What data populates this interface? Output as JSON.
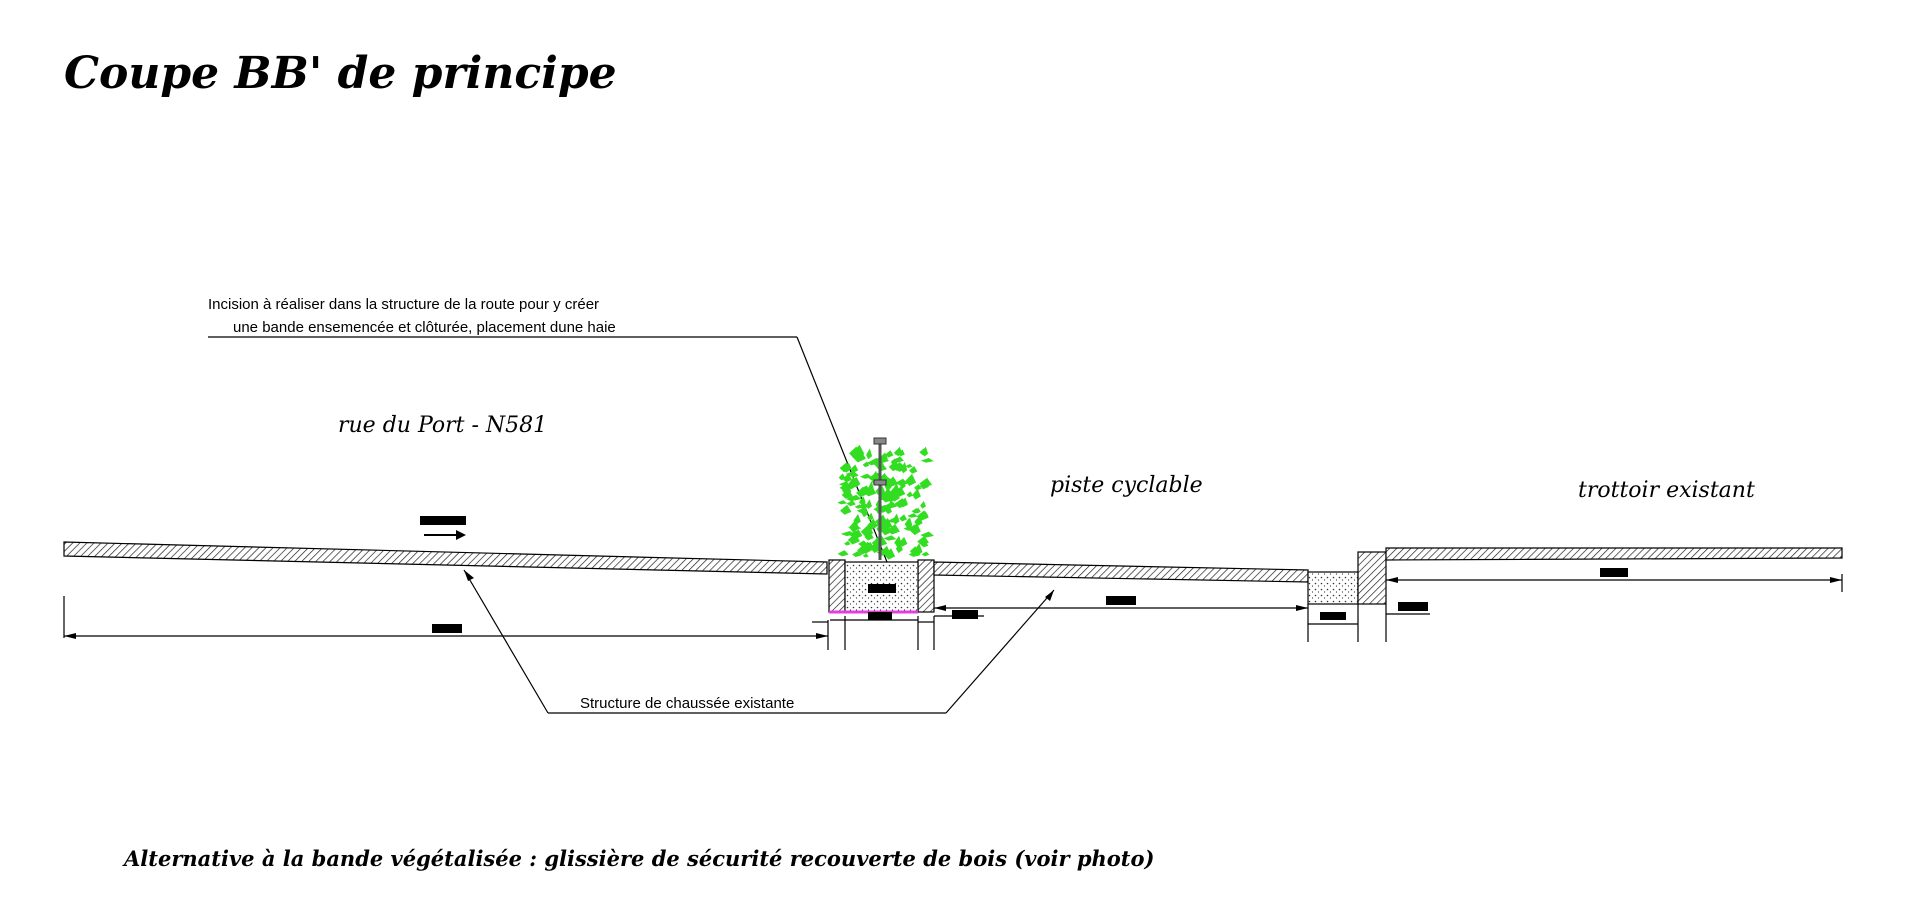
{
  "title": "Coupe BB' de principe",
  "labels": {
    "road": "rue du Port - N581",
    "bike_path": "piste cyclable",
    "sidewalk": "trottoir existant"
  },
  "annotations": {
    "incision_line1": "Incision à réaliser dans la structure de la route pour y créer",
    "incision_line2": "une bande ensemencée et clôturée, placement dune haie",
    "structure": "Structure de chaussée existante"
  },
  "footer": "Alternative à la bande végétalisée : glissière de sécurité recouverte de bois (voir photo)",
  "colors": {
    "line": "#000000",
    "hedge": "#33dd22",
    "membrane": "#e040e0",
    "background": "#ffffff"
  },
  "icons": {
    "direction": "traffic-direction-arrow-icon",
    "hedge": "hedge-icon",
    "fence_post": "fence-post-icon"
  }
}
